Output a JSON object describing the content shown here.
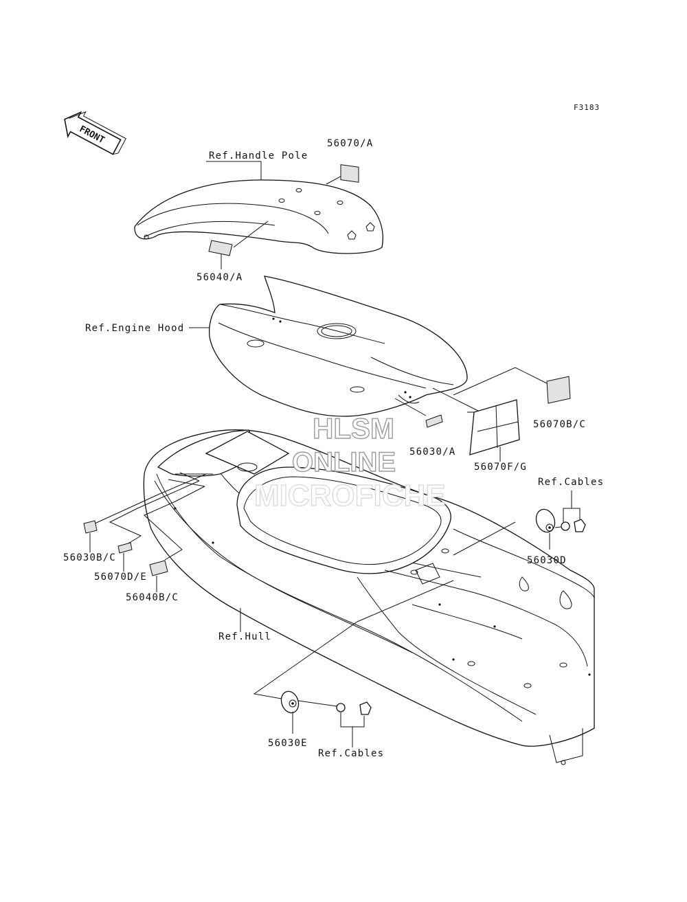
{
  "diagram_code": "F3183",
  "direction_arrow": {
    "text": "FRONT",
    "icon": "front-arrow-icon"
  },
  "reference_labels": {
    "handle_pole": "Ref.Handle Pole",
    "engine_hood": "Ref.Engine Hood",
    "hull": "Ref.Hull",
    "cables_right": "Ref.Cables",
    "cables_bottom": "Ref.Cables"
  },
  "part_labels": {
    "p56070A": "56070/A",
    "p56040A": "56040/A",
    "p56070BC": "56070B/C",
    "p56030A": "56030/A",
    "p56070FG": "56070F/G",
    "p56030BC": "56030B/C",
    "p56070DE": "56070D/E",
    "p56040BC": "56040B/C",
    "p56030D": "56030D",
    "p56030E": "56030E"
  },
  "watermark": {
    "line1": "HLSM",
    "line2": "ONLINE",
    "line3": "MICROFICHE"
  }
}
